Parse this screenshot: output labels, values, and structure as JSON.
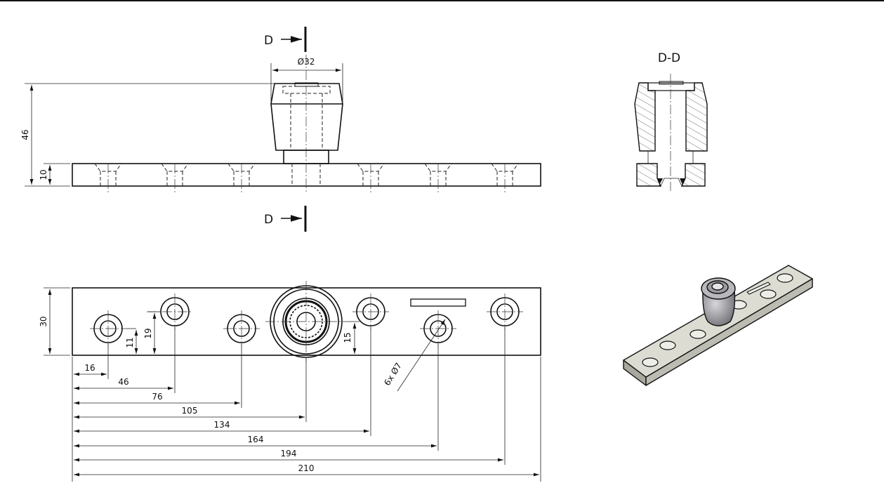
{
  "section_marker": {
    "label": "D"
  },
  "section_view": {
    "title": "D-D"
  },
  "front_view": {
    "dims": {
      "height_total": "46",
      "plate_thickness": "10",
      "knob_diameter": "Ø32"
    }
  },
  "top_view": {
    "dims": {
      "width": "30",
      "hole_y_low": "11",
      "hole_y_high": "19",
      "center_y": "15",
      "hole_callout": "6x Ø7"
    },
    "x_dims": [
      "16",
      "46",
      "76",
      "105",
      "134",
      "164",
      "194",
      "210"
    ]
  },
  "colors": {
    "line": "#111111",
    "iso_plate": "#dcdcd2",
    "iso_knob": "#a0a0a4"
  }
}
